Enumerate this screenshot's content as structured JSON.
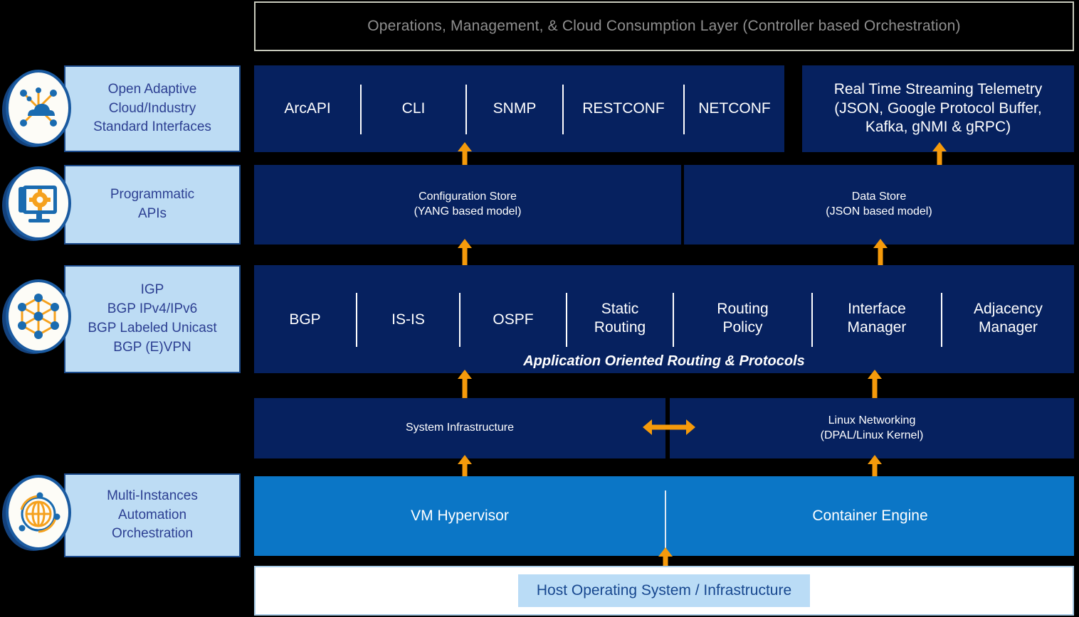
{
  "header": {
    "title": "Operations, Management, & Cloud Consumption Layer (Controller based Orchestration)"
  },
  "sidebar": {
    "items": [
      {
        "icon": "cloud-network-icon",
        "label": "Open Adaptive\nCloud/Industry\nStandard Interfaces",
        "lines": [
          "Open Adaptive",
          "Cloud/Industry",
          "Standard Interfaces"
        ]
      },
      {
        "icon": "monitor-gear-icon",
        "label": "Programmatic\nAPIs",
        "lines": [
          "Programmatic",
          "APIs"
        ]
      },
      {
        "icon": "mesh-topology-icon",
        "label": "IGP\nBGP IPv4/IPv6\nBGP Labeled Unicast\nBGP (E)VPN",
        "lines": [
          "IGP",
          "BGP IPv4/IPv6",
          "BGP Labeled Unicast",
          "BGP (E)VPN"
        ]
      },
      {
        "icon": "globe-orbit-icon",
        "label": "Multi-Instances\nAutomation\nOrchestration",
        "lines": [
          "Multi-Instances",
          "Automation",
          "Orchestration"
        ]
      }
    ]
  },
  "rows": {
    "interfaces": {
      "name": "open-standard-interfaces-row",
      "cells": [
        "ArcAPI",
        "CLI",
        "SNMP",
        "RESTCONF",
        "NETCONF"
      ],
      "telemetry": {
        "line1": "Real Time Streaming Telemetry",
        "line2": "(JSON, Google Protocol  Buffer,",
        "line3": "Kafka, gNMI & gRPC)"
      }
    },
    "stores": {
      "config_store": {
        "line1": "Configuration Store",
        "line2": "(YANG based model)"
      },
      "data_store": {
        "line1": "Data Store",
        "line2": "(JSON based model)"
      }
    },
    "routing": {
      "cells": [
        {
          "line1": "BGP",
          "line2": ""
        },
        {
          "line1": "IS-IS",
          "line2": ""
        },
        {
          "line1": "OSPF",
          "line2": ""
        },
        {
          "line1": "Static",
          "line2": "Routing"
        },
        {
          "line1": "Routing",
          "line2": "Policy"
        },
        {
          "line1": "Interface",
          "line2": "Manager"
        },
        {
          "line1": "Adjacency",
          "line2": "Manager"
        }
      ],
      "caption": "Application Oriented Routing & Protocols"
    },
    "infrastructure": {
      "system": {
        "line1": "System Infrastructure",
        "line2": ""
      },
      "linux": {
        "line1": "Linux Networking",
        "line2": "(DPAL/Linux Kernel)"
      }
    },
    "virtualization": {
      "vm": "VM Hypervisor",
      "container": "Container Engine"
    },
    "host": {
      "label": "Host Operating System / Infrastructure"
    }
  },
  "colors": {
    "navy": "#06215f",
    "light_blue_band": "#0b76c6",
    "sidebar_fill": "#bddcf4",
    "sidebar_border": "#1c4b8c",
    "sidebar_text": "#2c3f92",
    "arrow_orange": "#f59a0b",
    "header_text": "#8f8f8f",
    "header_border": "#c8cabc",
    "background": "#000000"
  }
}
